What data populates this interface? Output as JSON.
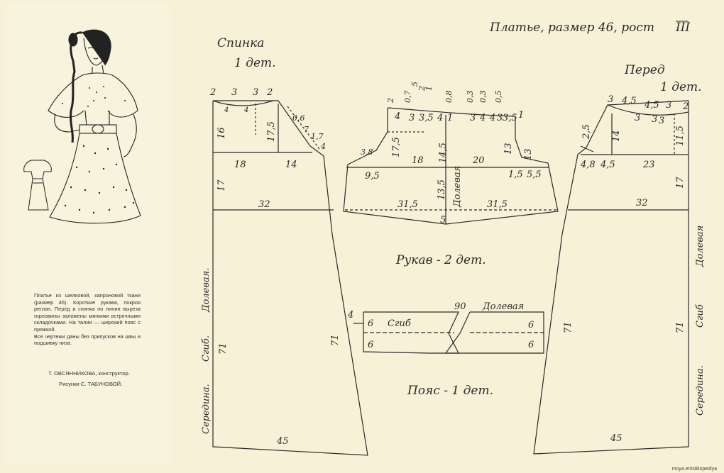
{
  "title": "Платье, размер 46, рост",
  "title_height": "III",
  "caption": {
    "text": "Платье из шелковой, капроновой ткани (размер 46). Короткие рукава, покроя реглан. Перед и спинка по линии выреза горловины заложены мягкими встречными складочками. На талии — широкий пояс с пряжкой.",
    "note": "Все чертежи даны без припусков на швы и подшивку низа.",
    "author": "Т. ОВСЯННИКОВА, конструктор.",
    "drawings": "Рисунки С. ТАБУНОВОЙ."
  },
  "watermark": "moya.entsiklopediya",
  "back": {
    "name": "Спинка",
    "count": "1 дет.",
    "grain": "Долевая.",
    "fold": "Сгиб.",
    "center": "Середина.",
    "neck_dims": [
      "2",
      "3",
      "3",
      "2"
    ],
    "neck_marks": [
      "4",
      "4"
    ],
    "armhole_dims": [
      "0,6",
      "7",
      "1,7",
      "4"
    ],
    "m_16": "16",
    "m_17_5": "17,5",
    "m_18": "18",
    "m_14": "14",
    "m_17": "17",
    "m_32": "32",
    "m_71_left": "71",
    "m_71_right": "71",
    "m_45": "45"
  },
  "sleeve": {
    "name": "Рукав - 2 дет.",
    "grain": "Долевая",
    "top_dims": [
      "2",
      "0,7",
      "5",
      "2",
      "1",
      "0,8",
      "0,3",
      "0,3",
      "0,5"
    ],
    "top_marks": [
      "4",
      "3",
      "3,5",
      "4",
      "1",
      "3",
      "4",
      "4",
      "3",
      "3,5",
      "1"
    ],
    "m_3_8": "3,8",
    "m_17_5": "17,5",
    "m_18": "18",
    "m_14_5": "14,5",
    "m_20": "20",
    "m_13": "13",
    "m_9_5": "9,5",
    "m_13_5": "13,5",
    "m_1_5": "1,5",
    "m_5_5": "5,5",
    "m_31_5_left": "31,5",
    "m_31_5_right": "31,5",
    "m_5": "5"
  },
  "front": {
    "name": "Перед",
    "count": "1 дет.",
    "grain": "Долевая",
    "fold": "Сгиб",
    "center": "Середина.",
    "neck_dims": [
      "3",
      "4,5",
      "4,5",
      "3",
      "2"
    ],
    "neck_marks": [
      "3",
      "3",
      "3"
    ],
    "m_2_5": "2,5",
    "m_14": "14",
    "m_11_5": "11,5",
    "m_4_8": "4,8",
    "m_4_5": "4,5",
    "m_23": "23",
    "m_17": "17",
    "m_32": "32",
    "m_71_left": "71",
    "m_71_right": "71",
    "m_45": "45"
  },
  "belt": {
    "name": "Пояс - 1 дет.",
    "fold": "Сгиб",
    "grain": "Долевая",
    "m_90": "90",
    "m_4": "4",
    "m_6_top": "6",
    "m_6_bottom": "6",
    "m_6_right_top": "6",
    "m_6_right_bottom": "6"
  }
}
